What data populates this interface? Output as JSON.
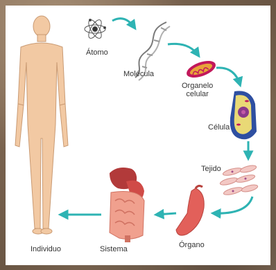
{
  "levels": {
    "atomo": "Átomo",
    "molecula": "Molécula",
    "organelo_line1": "Organelo",
    "organelo_line2": "celular",
    "celula": "Célula",
    "tejido": "Tejido",
    "organo": "Órgano",
    "sistema": "Sistema",
    "individuo": "Individuo"
  },
  "colors": {
    "arrow": "#2eb3b3",
    "skin": "#f2c9a3",
    "skin_outline": "#c99a73",
    "organelle": "#c2185b",
    "cell": "#2e4fa1",
    "organ": "#e2605a",
    "dna": "#8a8a8a"
  },
  "icons": [
    "atom-icon",
    "dna-icon",
    "mitochondria-icon",
    "cell-icon",
    "tissue-icon",
    "stomach-icon",
    "digestive-system-icon",
    "human-body-icon"
  ]
}
